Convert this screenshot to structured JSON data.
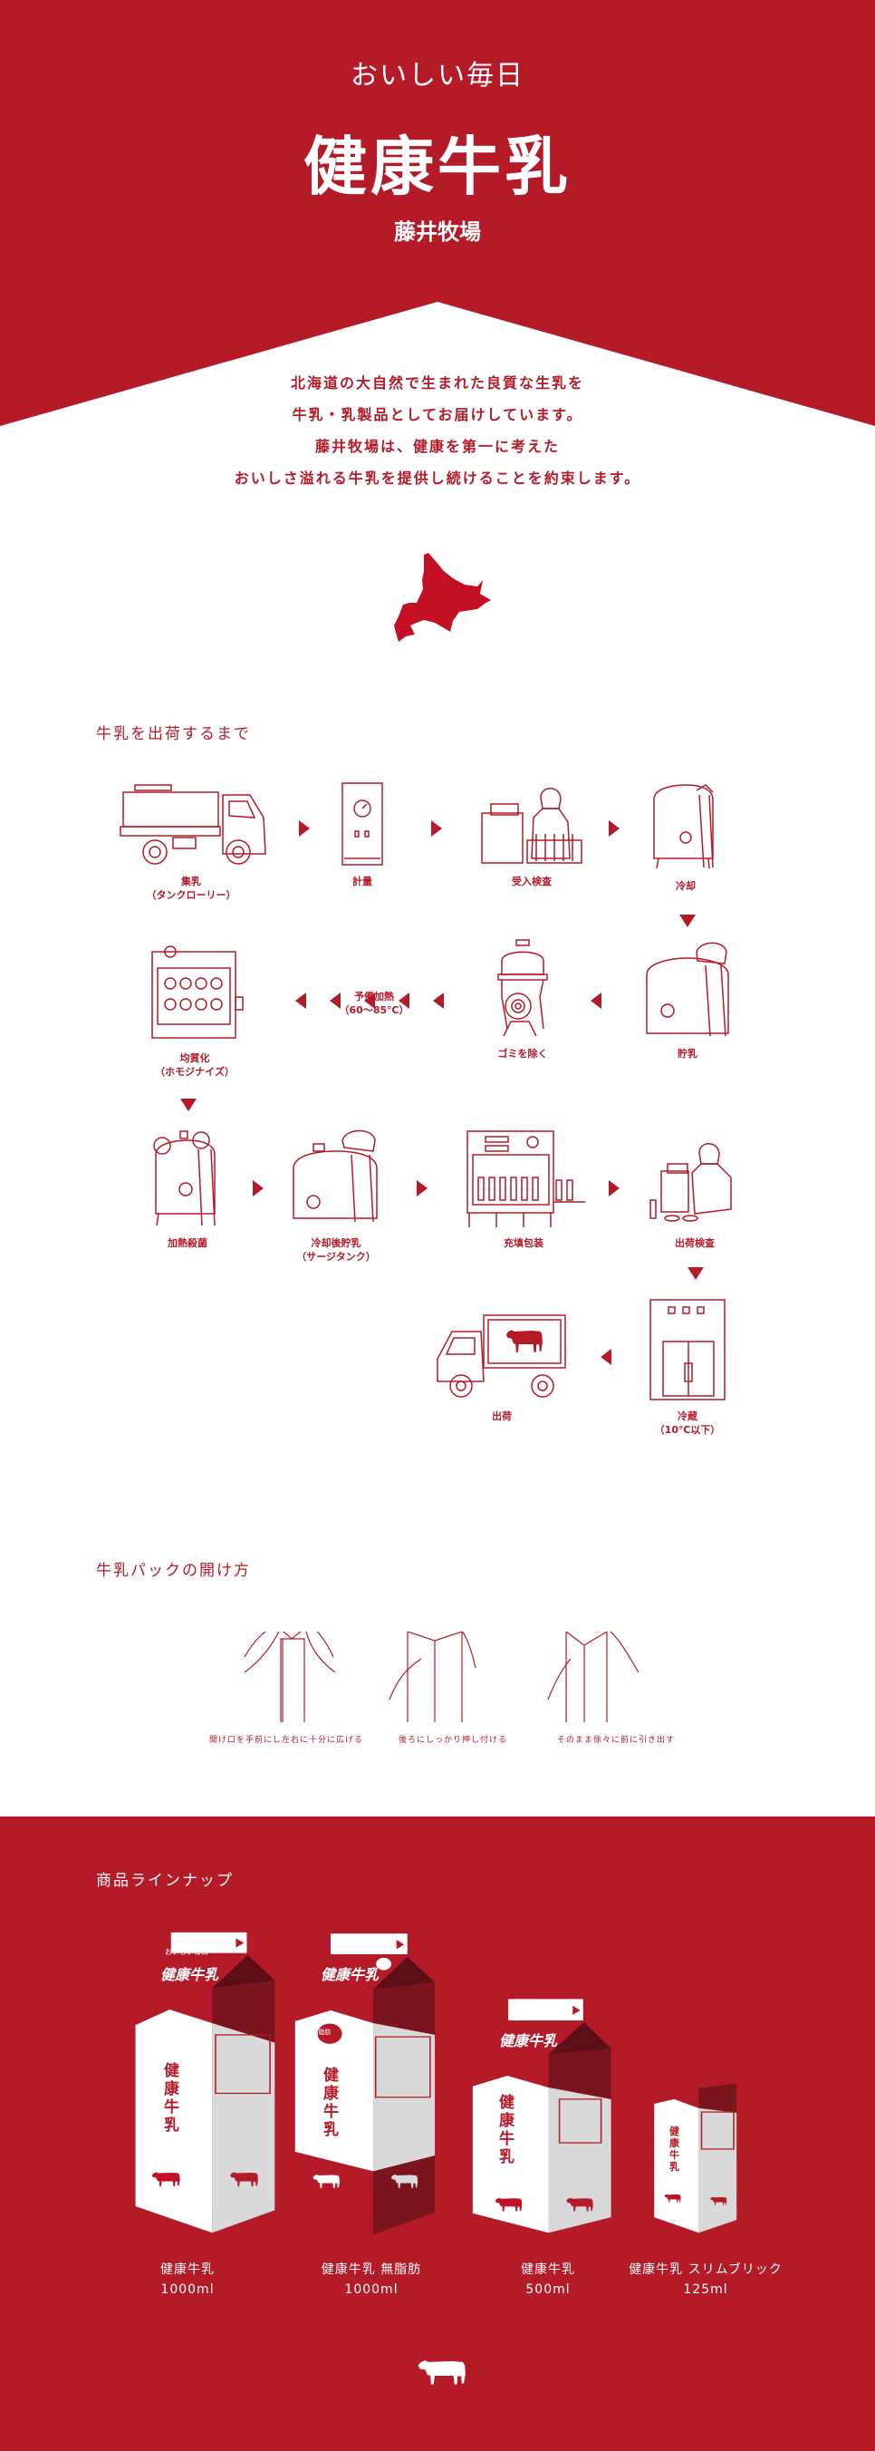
{
  "hero": {
    "subtitle": "おいしい毎日",
    "title": "健康牛乳",
    "farm": "藤井牧場"
  },
  "intro": {
    "lines": [
      "北海道の大自然で生まれた良質な生乳を",
      "牛乳・乳製品としてお届けしています。",
      "藤井牧場は、健康を第一に考えた",
      "おいしさ溢れる牛乳を提供し続けることを約束します。"
    ]
  },
  "process": {
    "title": "牛乳を出荷するまで",
    "steps": [
      {
        "label": "集乳\n（タンクローリー）"
      },
      {
        "label": "計量"
      },
      {
        "label": "受入検査"
      },
      {
        "label": "冷却"
      },
      {
        "label": "貯乳"
      },
      {
        "label": "ゴミを除く"
      },
      {
        "label": "予備加熱\n（60～85℃）"
      },
      {
        "label": "均質化\n（ホモジナイズ）"
      },
      {
        "label": "加熱殺菌"
      },
      {
        "label": "冷却後貯乳\n（サージタンク）"
      },
      {
        "label": "充填包装"
      },
      {
        "label": "出荷検査"
      },
      {
        "label": "冷蔵\n（10℃以下）"
      },
      {
        "label": "出荷"
      }
    ]
  },
  "opening": {
    "title": "牛乳パックの開け方",
    "captions": [
      "開け口を手前にし左右に十分に広げる",
      "後ろにしっかり押し付ける",
      "そのまま徐々に前に引き出す"
    ]
  },
  "lineup": {
    "title": "商品ラインナップ",
    "carton_brand": "健康牛乳",
    "carton_tagline": "おいしい毎日",
    "nonfat_badge": "無脂肪",
    "products": [
      {
        "name": "健康牛乳",
        "size": "1000ml"
      },
      {
        "name": "健康牛乳 無脂肪",
        "size": "1000ml"
      },
      {
        "name": "健康牛乳",
        "size": "500ml"
      },
      {
        "name": "健康牛乳 スリムブリック",
        "size": "125ml"
      }
    ]
  },
  "colors": {
    "brand_red": "#b51a28",
    "dark_red": "#7a141d",
    "carton_side": "#d9d9d9"
  }
}
